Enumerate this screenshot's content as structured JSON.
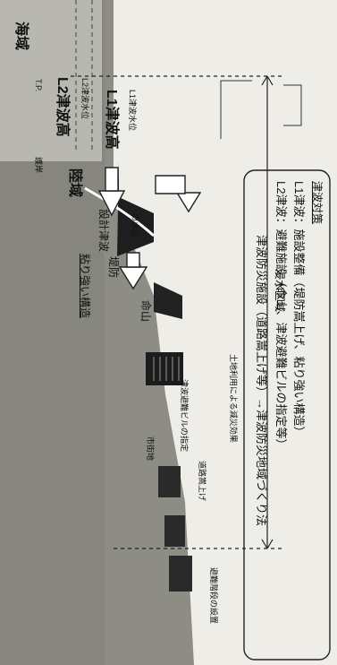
{
  "labels": {
    "sea_area": "海域",
    "land_area": "陸域",
    "l2_tsunami_height": "L2津波高",
    "l1_tsunami_height": "L1津波高",
    "l2_sub_level": "L2津波水位",
    "l1_sub_level": "L1津波水位",
    "small_top": "T.P.",
    "seawall": "護岸",
    "design_tsunami": "設計津波",
    "design_tsunami_sub": "の水位",
    "levee": "堤防",
    "robust_structure": "粘り強い構造",
    "hill": "命山",
    "inundation_area": "浸水区域",
    "evacuation_building": "津波避難ビルの指定",
    "road_raising": "道路嵩上げ",
    "shopping": "市街地",
    "evacuation_facility": "避難階段の設置",
    "land_use_flow": "土地利用による減災効果"
  },
  "legend": {
    "title": "津波対策",
    "line1": "L1津波：施設整備（堤防嵩上げ、粘り強い構造）",
    "line2": "L2津波：避難施設（命山、津波避難ビルの指定等）",
    "line3": "津波防災施設（道路嵩上げ等）→津波防災地域づくり法"
  },
  "colors": {
    "sea": "#b8b8b0",
    "land": "#8f8f87",
    "dark": "#1e1e1e",
    "arrow": "#ffffff"
  }
}
